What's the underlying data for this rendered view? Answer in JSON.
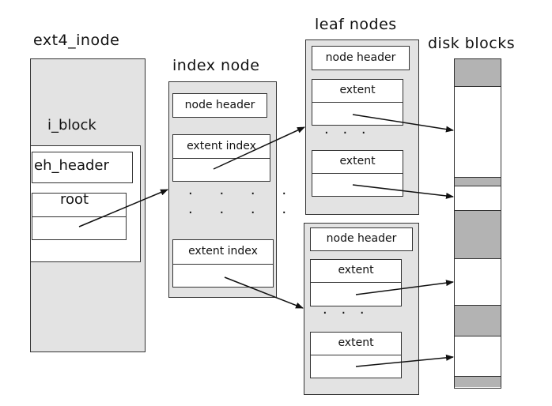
{
  "columns": {
    "inode_title": "ext4_inode",
    "index_title": "index node",
    "leaf_title": "leaf nodes",
    "disk_title": "disk blocks"
  },
  "inode": {
    "i_block_label": "i_block",
    "eh_header_label": "eh_header",
    "root_label": "root"
  },
  "index_node": {
    "header_label": "node header",
    "entry1_label": "extent index",
    "entry2_label": "extent index",
    "ellipsis": ". . .\n. . ."
  },
  "leaf_top": {
    "header_label": "node header",
    "extent1_label": "extent",
    "extent2_label": "extent",
    "ellipsis": ". . ."
  },
  "leaf_bottom": {
    "header_label": "node header",
    "extent1_label": "extent",
    "extent2_label": "extent",
    "ellipsis": ". . ."
  },
  "colors": {
    "node_fill": "#e3e3e3",
    "used_block": "#b3b3b3",
    "free_block": "#ffffff",
    "line": "#111111"
  }
}
